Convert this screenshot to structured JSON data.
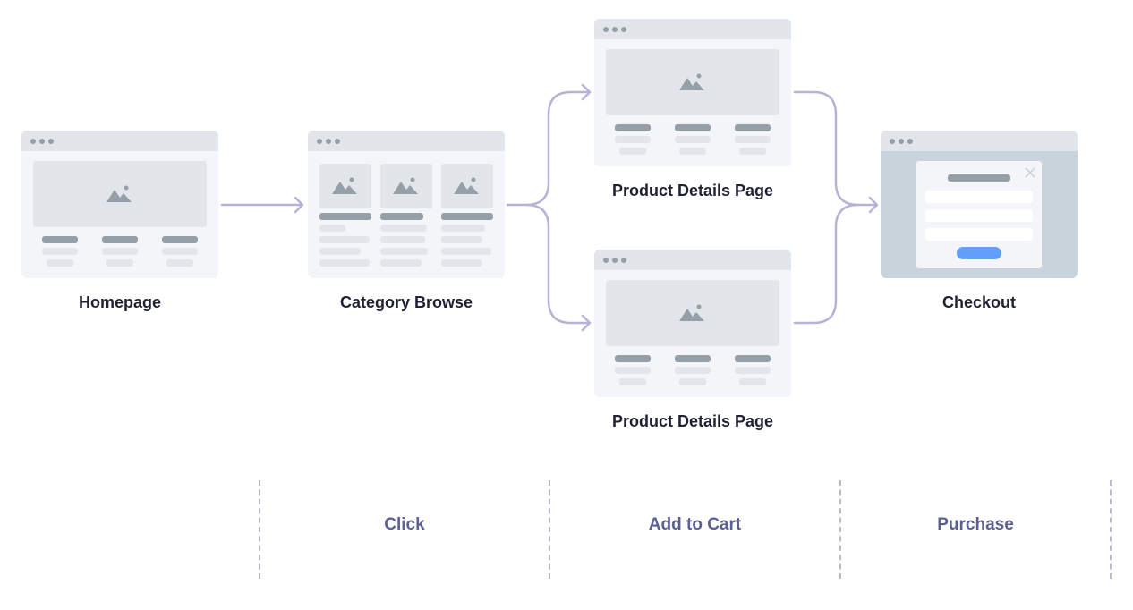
{
  "colors": {
    "connector": "#b6b4d6",
    "caption_text": "#1f2233",
    "stage_text": "#5b5f94",
    "wire_bg": "#f3f5f8",
    "wire_bar": "#e2e6ea",
    "placeholder_dark": "#959fa8",
    "modal_overlay": "#c8d3dc",
    "cta_blue": "#629ff8"
  },
  "pages": {
    "homepage": {
      "caption": "Homepage",
      "icon": "image-placeholder-icon"
    },
    "category": {
      "caption": "Category Browse",
      "icon": "image-placeholder-icon"
    },
    "product_top": {
      "caption": "Product Details Page",
      "icon": "image-placeholder-icon"
    },
    "product_bottom": {
      "caption": "Product Details Page",
      "icon": "image-placeholder-icon"
    },
    "checkout": {
      "caption": "Checkout",
      "icon": "close-icon"
    }
  },
  "stages": [
    {
      "label": "Click"
    },
    {
      "label": "Add to Cart"
    },
    {
      "label": "Purchase"
    }
  ]
}
